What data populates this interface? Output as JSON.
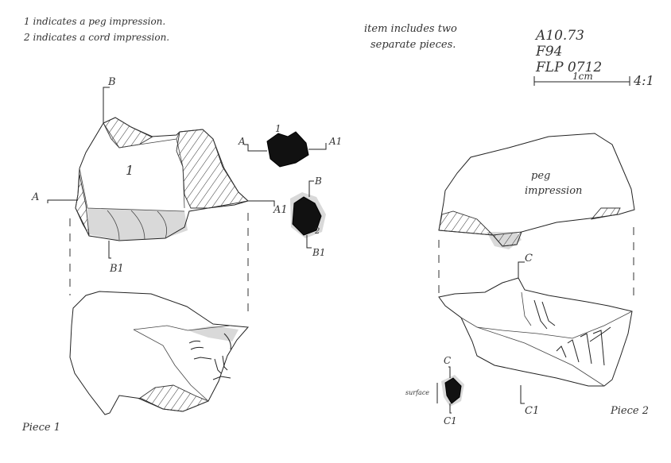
{
  "notes": {
    "line1": "1 indicates a peg impression.",
    "line2": "2 indicates a cord impression.",
    "item_note_line1": "item includes two",
    "item_note_line2": "separate pieces."
  },
  "catalog": {
    "line1": "A10.73",
    "line2": "F94",
    "line3": "FLP 0712",
    "scale_label": "1cm",
    "scale_ratio": "4:1"
  },
  "piece1": {
    "caption": "Piece 1",
    "impression_number": "1",
    "labels": {
      "B": "B",
      "B1": "B1",
      "A": "A",
      "A1": "A1",
      "xs_A": "A",
      "xs_A1": "A1",
      "xs_1": "1",
      "xs_B": "B",
      "xs_B1": "B1",
      "xs_2": "2"
    }
  },
  "piece2": {
    "caption": "Piece 2",
    "peg_label_line1": "peg",
    "peg_label_line2": "impression",
    "labels": {
      "C": "C",
      "C1": "C1",
      "xs_C": "C",
      "xs_C1": "C1",
      "surface": "surface"
    }
  },
  "colors": {
    "ink": "#222222",
    "shadow": "#d9d9d9",
    "section_fill": "#111111"
  }
}
